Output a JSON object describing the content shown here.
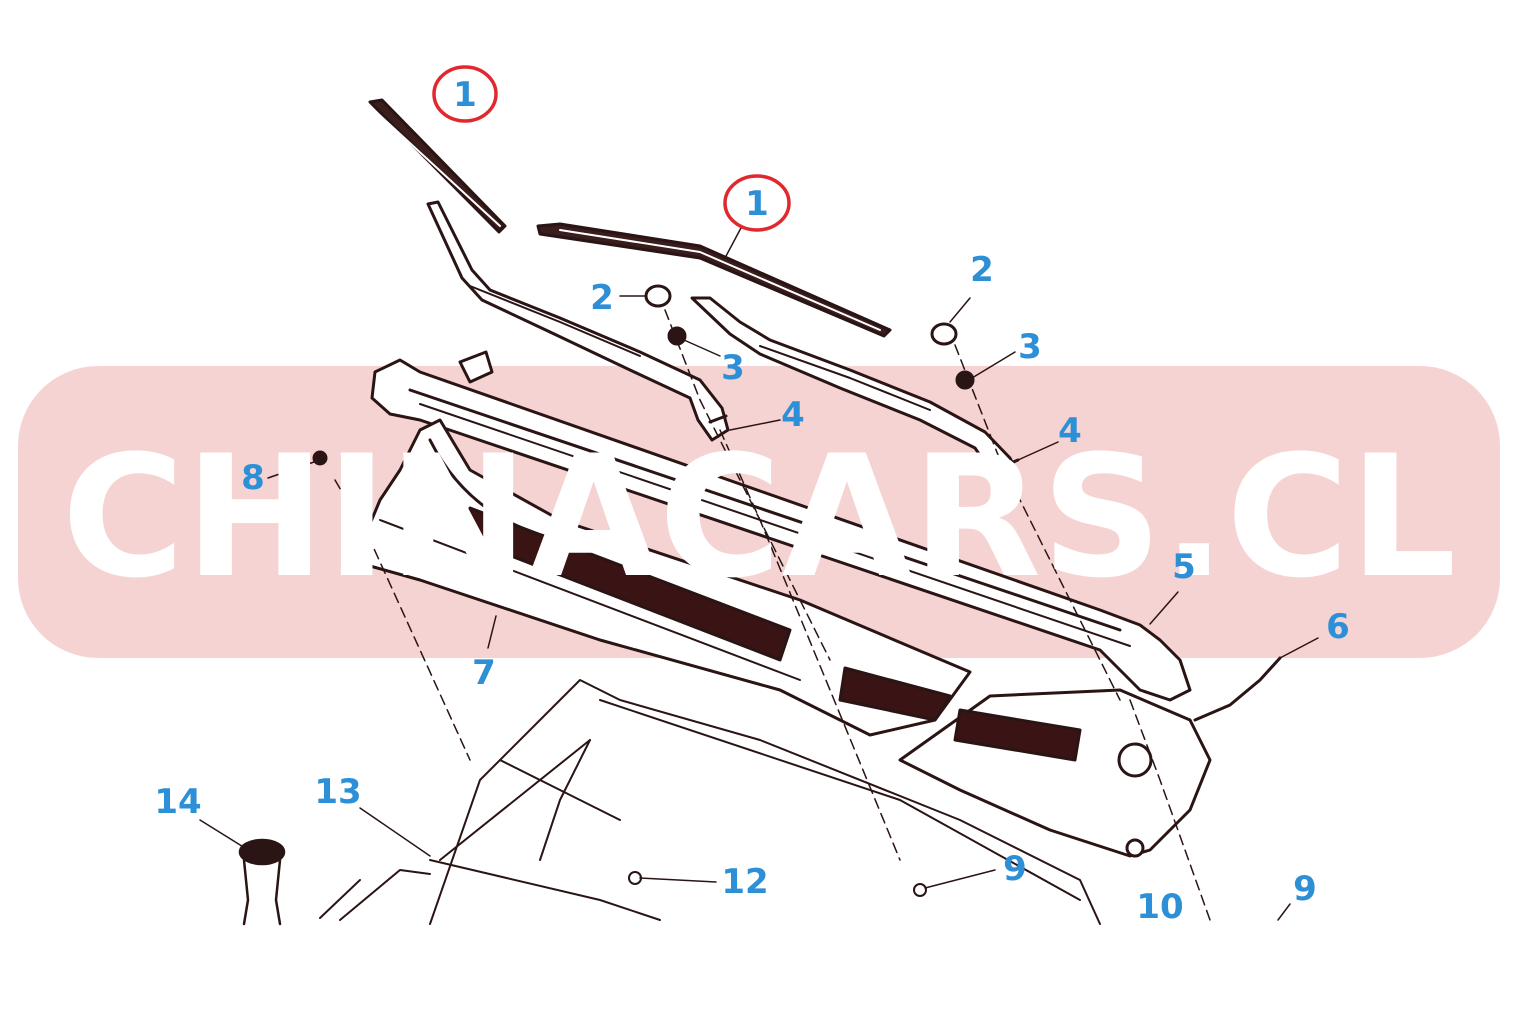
{
  "diagram": {
    "watermark": "CHINACARS.CL",
    "colors": {
      "label": "#2d8fd6",
      "highlight_circle": "#e0282e",
      "watermark_band": "#f6d3d3",
      "watermark_text": "#ffffff",
      "line_art": "#2a1414"
    },
    "callouts": [
      {
        "id": "c1a",
        "text": "1",
        "highlighted": true
      },
      {
        "id": "c1b",
        "text": "1",
        "highlighted": true
      },
      {
        "id": "c2a",
        "text": "2"
      },
      {
        "id": "c2b",
        "text": "2"
      },
      {
        "id": "c3a",
        "text": "3"
      },
      {
        "id": "c3b",
        "text": "3"
      },
      {
        "id": "c4a",
        "text": "4"
      },
      {
        "id": "c4b",
        "text": "4"
      },
      {
        "id": "c5",
        "text": "5"
      },
      {
        "id": "c6",
        "text": "6"
      },
      {
        "id": "c7",
        "text": "7"
      },
      {
        "id": "c8",
        "text": "8"
      },
      {
        "id": "c9a",
        "text": "9"
      },
      {
        "id": "c9b",
        "text": "9"
      },
      {
        "id": "c10",
        "text": "10"
      },
      {
        "id": "c12",
        "text": "12"
      },
      {
        "id": "c13",
        "text": "13"
      },
      {
        "id": "c14",
        "text": "14"
      }
    ]
  }
}
